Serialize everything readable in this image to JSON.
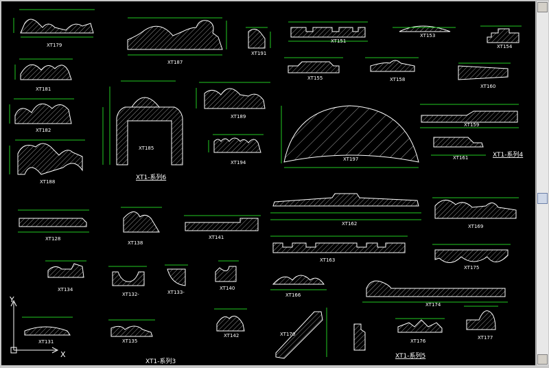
{
  "labels": {
    "xt179": "XT179",
    "xt187": "XT187",
    "xt191": "XT191",
    "xt151": "XT151",
    "xt153": "XT153",
    "xt154": "XT154",
    "xt181": "XT181",
    "xt155": "XT155",
    "xt158": "XT158",
    "xt160": "XT160",
    "xt185": "XT185",
    "xt189": "XT189",
    "xt182": "XT182",
    "xt159": "XT159",
    "xt194": "XT194",
    "xt161": "XT161",
    "xt188": "XT188",
    "xt197": "XT197",
    "xt128": "XT128",
    "xt138": "XT138",
    "xt141": "XT141",
    "xt162": "XT162",
    "xt169": "XT169",
    "xt163": "XT163",
    "xt175": "XT175",
    "xt134": "XT134",
    "xt132": "XT132-",
    "xt133": "XT133-",
    "xt140": "XT140",
    "xt166": "XT166",
    "xt174": "XT174",
    "xt131": "XT131",
    "xt135": "XT135",
    "xt142": "XT142",
    "xt170": "XT170",
    "xt176": "XT176",
    "xt177": "XT177"
  },
  "series": {
    "s6": "XT1-系列6",
    "s4": "XT1-系列4",
    "s3": "XT1-系列3",
    "s5": "XT1-系列5"
  },
  "ucs": {
    "x": "X",
    "y": "Y"
  },
  "colors": {
    "background": "#000000",
    "line": "#ffffff",
    "dimension": "#22cc22",
    "label": "#ffffff",
    "hatch": "#bbbbbb"
  }
}
